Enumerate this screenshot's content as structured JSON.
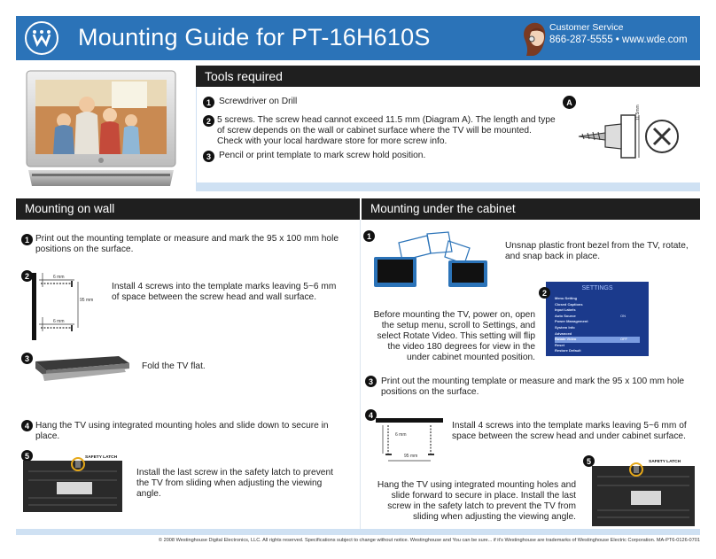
{
  "header": {
    "title": "Mounting Guide for PT-16H610S",
    "customer_service": "Customer Service",
    "contact": "866-287-5555 • www.wde.com"
  },
  "tools": {
    "title": "Tools required",
    "items": [
      {
        "num": "1",
        "text": "Screwdriver on Drill"
      },
      {
        "num": "2",
        "text": "5 screws. The screw head cannot exceed 11.5 mm (Diagram A). The length and type of screw depends on the wall or cabinet surface where the TV will be mounted. Check with your local hardware store for more screw info."
      },
      {
        "num": "3",
        "text": "Pencil or print template to mark screw hold position."
      }
    ],
    "diagram_label": "A",
    "diagram_dim": "11.5mm"
  },
  "wall": {
    "title": "Mounting on wall",
    "steps": [
      {
        "num": "1",
        "text": "Print out the mounting template or measure and mark the 95 x 100 mm hole positions on the surface."
      },
      {
        "num": "2",
        "text": "Install 4 screws into the template marks leaving 5~6 mm of space between the screw head and wall surface."
      },
      {
        "num": "3",
        "text": "Fold the TV flat."
      },
      {
        "num": "4",
        "text": "Hang the TV using integrated mounting holes and slide down to secure in place."
      },
      {
        "num": "5",
        "text": "Install the last screw in the safety latch to prevent the TV from sliding when adjusting the viewing angle."
      }
    ],
    "dim_6mm": "6 mm",
    "dim_95mm": "95 mm",
    "safety_latch": "SAFETY LATCH"
  },
  "cabinet": {
    "title": "Mounting under the cabinet",
    "steps": [
      {
        "num": "1",
        "text": "Unsnap plastic front bezel from the TV, rotate, and snap back in place."
      },
      {
        "num": "2",
        "text": "Before mounting the TV, power on, open the setup menu, scroll to Settings, and select Rotate Video. This setting will flip the video 180 degrees for view in the under cabinet mounted position."
      },
      {
        "num": "3",
        "text": "Print out the mounting template or measure and mark the 95 x 100 mm hole positions on the surface."
      },
      {
        "num": "4",
        "text": "Install 4 screws into the template marks leaving 5~6 mm of space between the screw head and under cabinet surface."
      },
      {
        "num": "5",
        "text": "Hang the TV using integrated mounting holes and slide forward to secure in place. Install the last screw in the safety latch to prevent the TV from sliding when adjusting the viewing angle."
      }
    ],
    "settings_menu": {
      "title": "SETTINGS",
      "items": [
        "Menu Setting",
        "Closed Captions",
        "Input Labels",
        "Auto Source",
        "Power Management",
        "System Info",
        "Advanced",
        "Rotate Video",
        "Reset",
        "Restore Default"
      ],
      "auto_source_value": "ON",
      "rotate_value": "OFF"
    },
    "dim_95mm": "95 mm",
    "dim_6mm": "6 mm",
    "safety_latch": "SAFETY LATCH"
  },
  "footer": "© 2008 Westinghouse Digital Electronics, LLC. All rights reserved. Specifications subject to change without notice. Westinghouse and You can be sure... if it's Westinghouse are trademarks of Westinghouse Electric Corporation. MA-PT6-0126-0701",
  "colors": {
    "accent": "#2b73b8",
    "band": "#cfe1f3",
    "dark": "#1f1f1f"
  }
}
